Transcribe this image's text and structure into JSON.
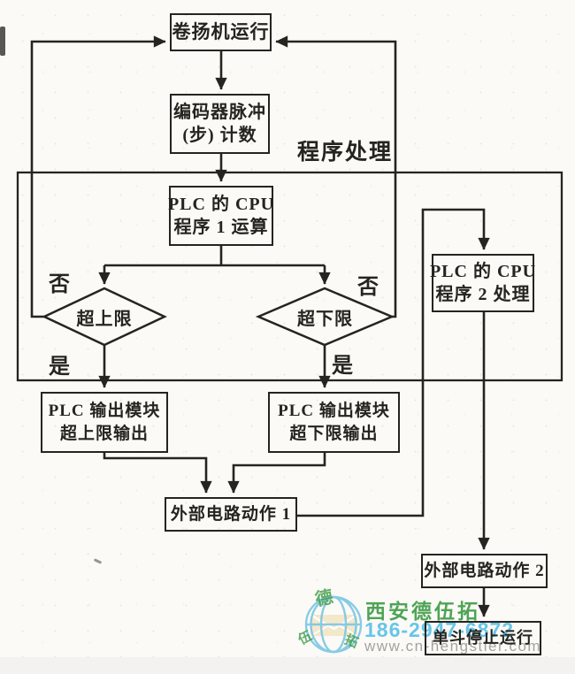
{
  "colors": {
    "ink": "#26241f",
    "paper": "#fbfaf7",
    "watermark_green": "#4ea455",
    "watermark_blue": "#68c5e9",
    "watermark_gray": "#a5a3a0",
    "logo_blue": "#7cc6e4",
    "envelope_cream": "#f3e7c8"
  },
  "flowchart": {
    "nodes": {
      "winch": "卷扬机运行",
      "encoder_l1": "编码器脉冲",
      "encoder_l2": "(步) 计数",
      "cpu1_l1": "PLC 的 CPU",
      "cpu1_l2": "程序 1 运算",
      "cpu2_l1": "PLC 的 CPU",
      "cpu2_l2": "程序 2 处理",
      "dec_upper": "超上限",
      "dec_lower": "超下限",
      "out_upper_l1": "PLC 输出模块",
      "out_upper_l2": "超上限输出",
      "out_lower_l1": "PLC 输出模块",
      "out_lower_l2": "超下限输出",
      "ext1": "外部电路动作 1",
      "ext2": "外部电路动作 2",
      "final": "单斗停止运行"
    },
    "labels": {
      "program_processing": "程序处理",
      "no_upper": "否",
      "no_lower": "否",
      "yes_upper": "是",
      "yes_lower": "是"
    }
  },
  "watermark": {
    "company": "西安德伍拓",
    "phone": "186-2947-6872",
    "url": "www.cn-hengstler.com",
    "logo": {
      "top_char": "德",
      "left_char": "伍",
      "right_char": "拓"
    }
  }
}
